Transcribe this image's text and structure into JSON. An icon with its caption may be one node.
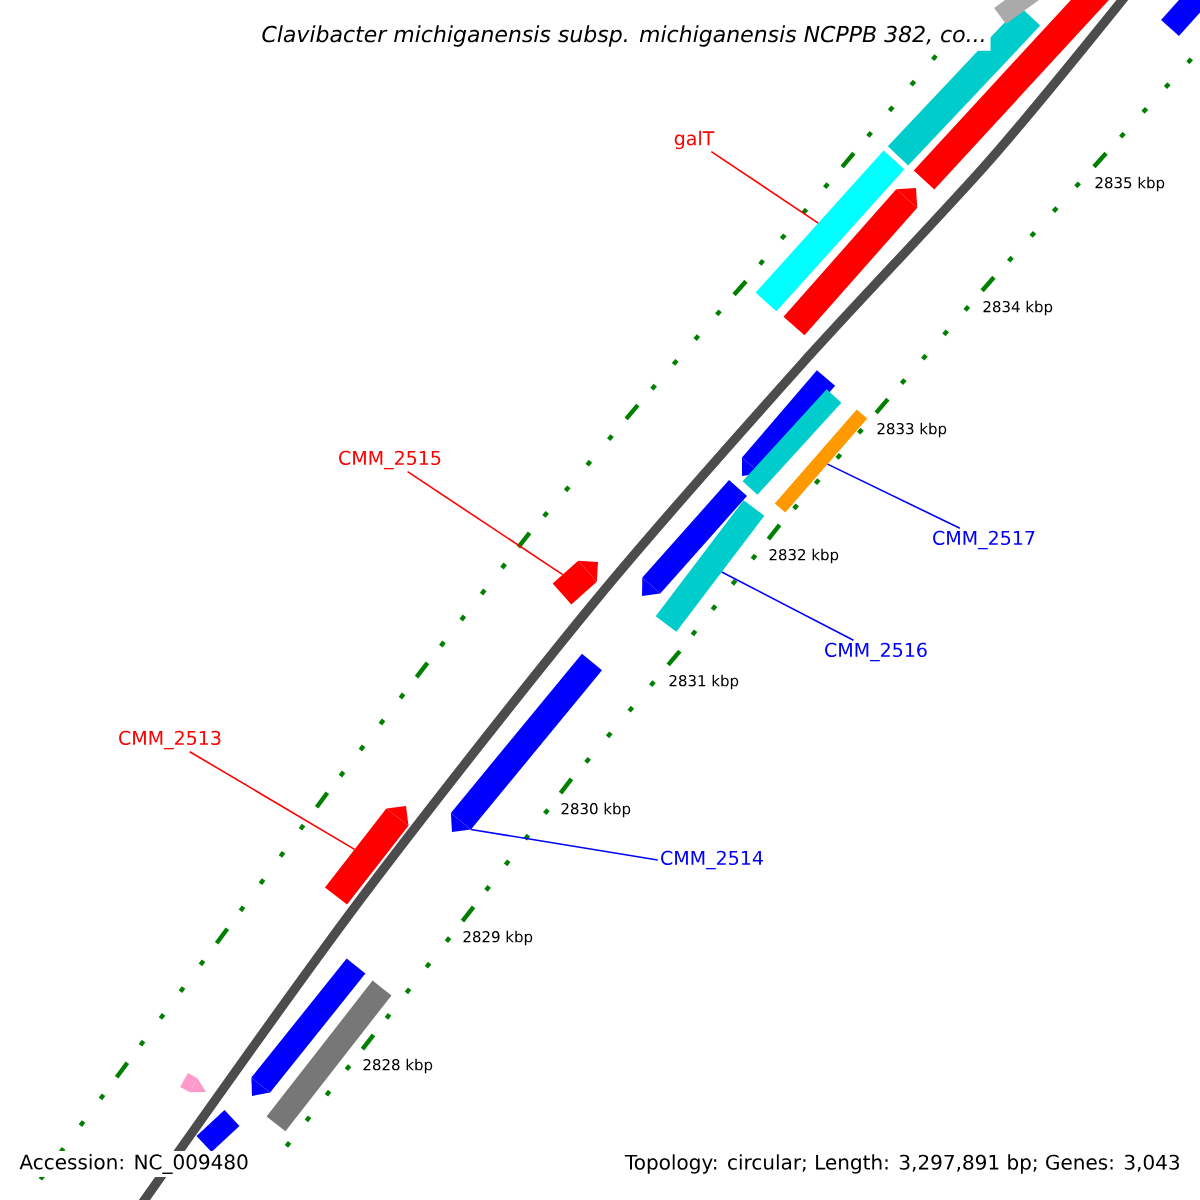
{
  "diagram": {
    "title": "Clavibacter michiganensis subsp. michiganensis NCPPB 382, co...",
    "nodes": [
      {
        "text": [
          "galT"
        ]
      },
      {
        "text": [
          "CMM_2515"
        ]
      },
      {
        "text": [
          "CMM_2517"
        ]
      },
      {
        "text": [
          "CMM_2516"
        ]
      },
      {
        "text": [
          "CMM_2513"
        ]
      },
      {
        "text": [
          "CMM_2514"
        ]
      },
      {
        "text": [],
        "shape": "bar"
      },
      {
        "text": [],
        "shape": "bar"
      },
      {
        "text": [],
        "shape": "bar"
      },
      {
        "text": [],
        "shape": "bar"
      },
      {
        "text": [],
        "shape": "bar"
      },
      {
        "text": [],
        "shape": "bar"
      },
      {
        "text": [],
        "shape": "bar"
      },
      {
        "text": [],
        "shape": "bar"
      },
      {
        "text": [],
        "shape": "bar"
      },
      {
        "text": [],
        "shape": "bar"
      },
      {
        "text": [],
        "shape": "bar"
      },
      {
        "text": [],
        "shape": "bar"
      },
      {
        "text": [],
        "shape": "bar"
      },
      {
        "text": [],
        "shape": "bar"
      },
      {
        "text": [],
        "shape": "bar"
      },
      {
        "text": [],
        "shape": "bar"
      },
      {
        "text": [],
        "shape": "bar"
      },
      {
        "text": [],
        "shape": "bar"
      }
    ],
    "edges": [
      {
        "from": 0,
        "to": 6,
        "arrow": "none",
        "color": "#ff0000"
      },
      {
        "from": 1,
        "to": 9,
        "arrow": "none",
        "color": "#ff0000"
      },
      {
        "from": 2,
        "to": 7,
        "arrow": "none",
        "color": "#0000ff"
      },
      {
        "from": 3,
        "to": 8,
        "arrow": "none",
        "color": "#0000ff"
      },
      {
        "from": 4,
        "to": 11,
        "arrow": "none",
        "color": "#ff0000"
      },
      {
        "from": 5,
        "to": 10,
        "arrow": "none",
        "color": "#0000ff"
      }
    ],
    "labels": [
      "2835 kbp",
      "2834 kbp",
      "2833 kbp",
      "2832 kbp",
      "2831 kbp",
      "2830 kbp",
      "2829 kbp",
      "2828 kbp",
      "Accession: NC_009480",
      "Topology: circular; Length: 3,297,891 bp; Genes: 3,043"
    ]
  }
}
